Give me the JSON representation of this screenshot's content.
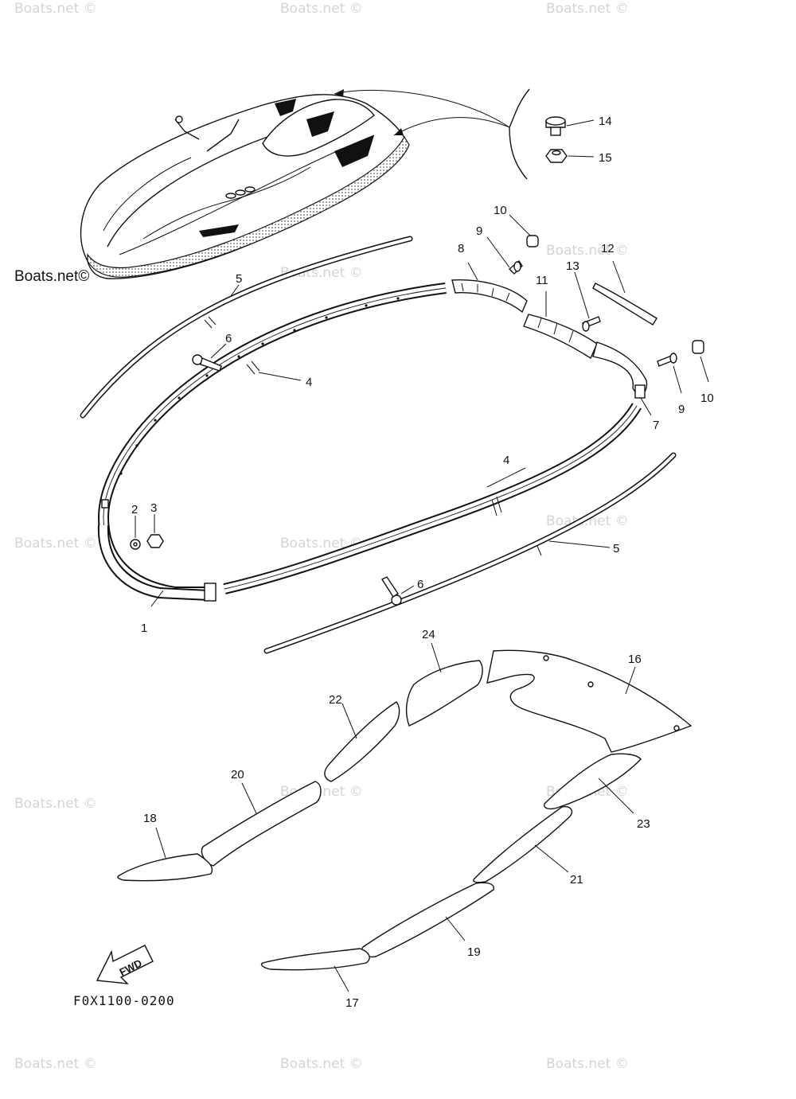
{
  "watermark": "Boats.net ©",
  "brand_label": "Boats.net©",
  "figure_code": "F0X1100-0200",
  "fwd_label": "FWD",
  "callouts": [
    {
      "id": "c1",
      "text": "1"
    },
    {
      "id": "c2",
      "text": "2"
    },
    {
      "id": "c3",
      "text": "3"
    },
    {
      "id": "c4a",
      "text": "4"
    },
    {
      "id": "c4b",
      "text": "4"
    },
    {
      "id": "c5a",
      "text": "5"
    },
    {
      "id": "c5b",
      "text": "5"
    },
    {
      "id": "c6a",
      "text": "6"
    },
    {
      "id": "c6b",
      "text": "6"
    },
    {
      "id": "c7",
      "text": "7"
    },
    {
      "id": "c8",
      "text": "8"
    },
    {
      "id": "c9a",
      "text": "9"
    },
    {
      "id": "c9b",
      "text": "9"
    },
    {
      "id": "c10a",
      "text": "10"
    },
    {
      "id": "c10b",
      "text": "10"
    },
    {
      "id": "c11",
      "text": "11"
    },
    {
      "id": "c12",
      "text": "12"
    },
    {
      "id": "c13",
      "text": "13"
    },
    {
      "id": "c14",
      "text": "14"
    },
    {
      "id": "c15",
      "text": "15"
    },
    {
      "id": "c16",
      "text": "16"
    },
    {
      "id": "c17",
      "text": "17"
    },
    {
      "id": "c18",
      "text": "18"
    },
    {
      "id": "c19",
      "text": "19"
    },
    {
      "id": "c20",
      "text": "20"
    },
    {
      "id": "c21",
      "text": "21"
    },
    {
      "id": "c22",
      "text": "22"
    },
    {
      "id": "c23",
      "text": "23"
    },
    {
      "id": "c24",
      "text": "24"
    }
  ]
}
